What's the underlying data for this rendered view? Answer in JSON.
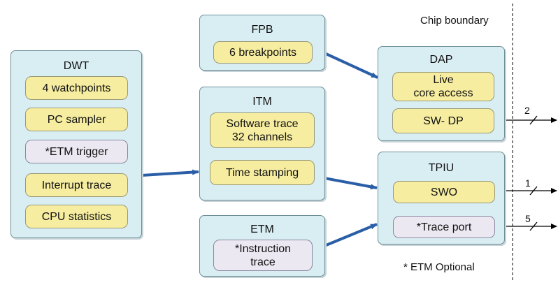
{
  "chip_boundary_label": "Chip boundary",
  "footnote": "* ETM Optional",
  "blocks": {
    "dwt": {
      "title": "DWT",
      "items": [
        "4 watchpoints",
        "PC sampler",
        "*ETM trigger",
        "Interrupt trace",
        "CPU statistics"
      ]
    },
    "fpb": {
      "title": "FPB",
      "items": [
        "6 breakpoints"
      ]
    },
    "itm": {
      "title": "ITM",
      "items": [
        "Software trace\n32 channels",
        "Time stamping"
      ]
    },
    "etm": {
      "title": "ETM",
      "items": [
        "*Instruction\ntrace"
      ]
    },
    "dap": {
      "title": "DAP",
      "items": [
        "Live\ncore access",
        "SW- DP"
      ]
    },
    "tpiu": {
      "title": "TPIU",
      "items": [
        "SWO",
        "*Trace port"
      ]
    }
  },
  "external_lines": [
    {
      "from": "SW- DP",
      "width_label": "2"
    },
    {
      "from": "SWO",
      "width_label": "1"
    },
    {
      "from": "*Trace port",
      "width_label": "5"
    }
  ],
  "colors": {
    "block_fill": "#d9eef3",
    "item_fill": "#f6eda0",
    "optional_item_fill": "#ece8f2",
    "arrow": "#2a5ea6"
  }
}
